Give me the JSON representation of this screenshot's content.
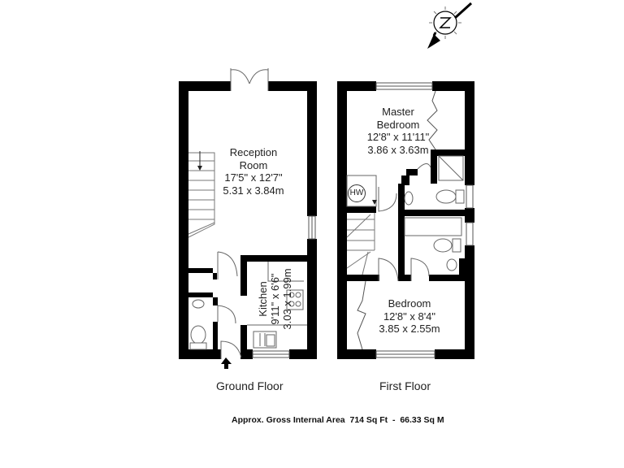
{
  "compass": {
    "icon": "north-compass-icon",
    "letter": "N"
  },
  "ground_floor": {
    "label": "Ground Floor",
    "rooms": [
      {
        "name_line1": "Reception",
        "name_line2": "Room",
        "imperial": "17'5\" x 12'7\"",
        "metric": "5.31 x 3.84m"
      },
      {
        "name_line1": "Kitchen",
        "imperial": "9'11\" x 6'6\"",
        "metric": "3.03 x 1.99m"
      }
    ]
  },
  "first_floor": {
    "label": "First Floor",
    "rooms": [
      {
        "name_line1": "Master",
        "name_line2": "Bedroom",
        "imperial": "12'8\" x 11'11\"",
        "metric": "3.86 x 3.63m"
      },
      {
        "name_line1": "Bedroom",
        "imperial": "12'8\" x 8'4\"",
        "metric": "3.85 x 2.55m"
      }
    ],
    "hot_water_label": "HW"
  },
  "footer": {
    "area_text": "Approx. Gross Internal Area  714 Sq Ft  -  66.33 Sq M"
  },
  "colors": {
    "wall": "#000000",
    "fixture": "#555555",
    "background": "#ffffff"
  }
}
